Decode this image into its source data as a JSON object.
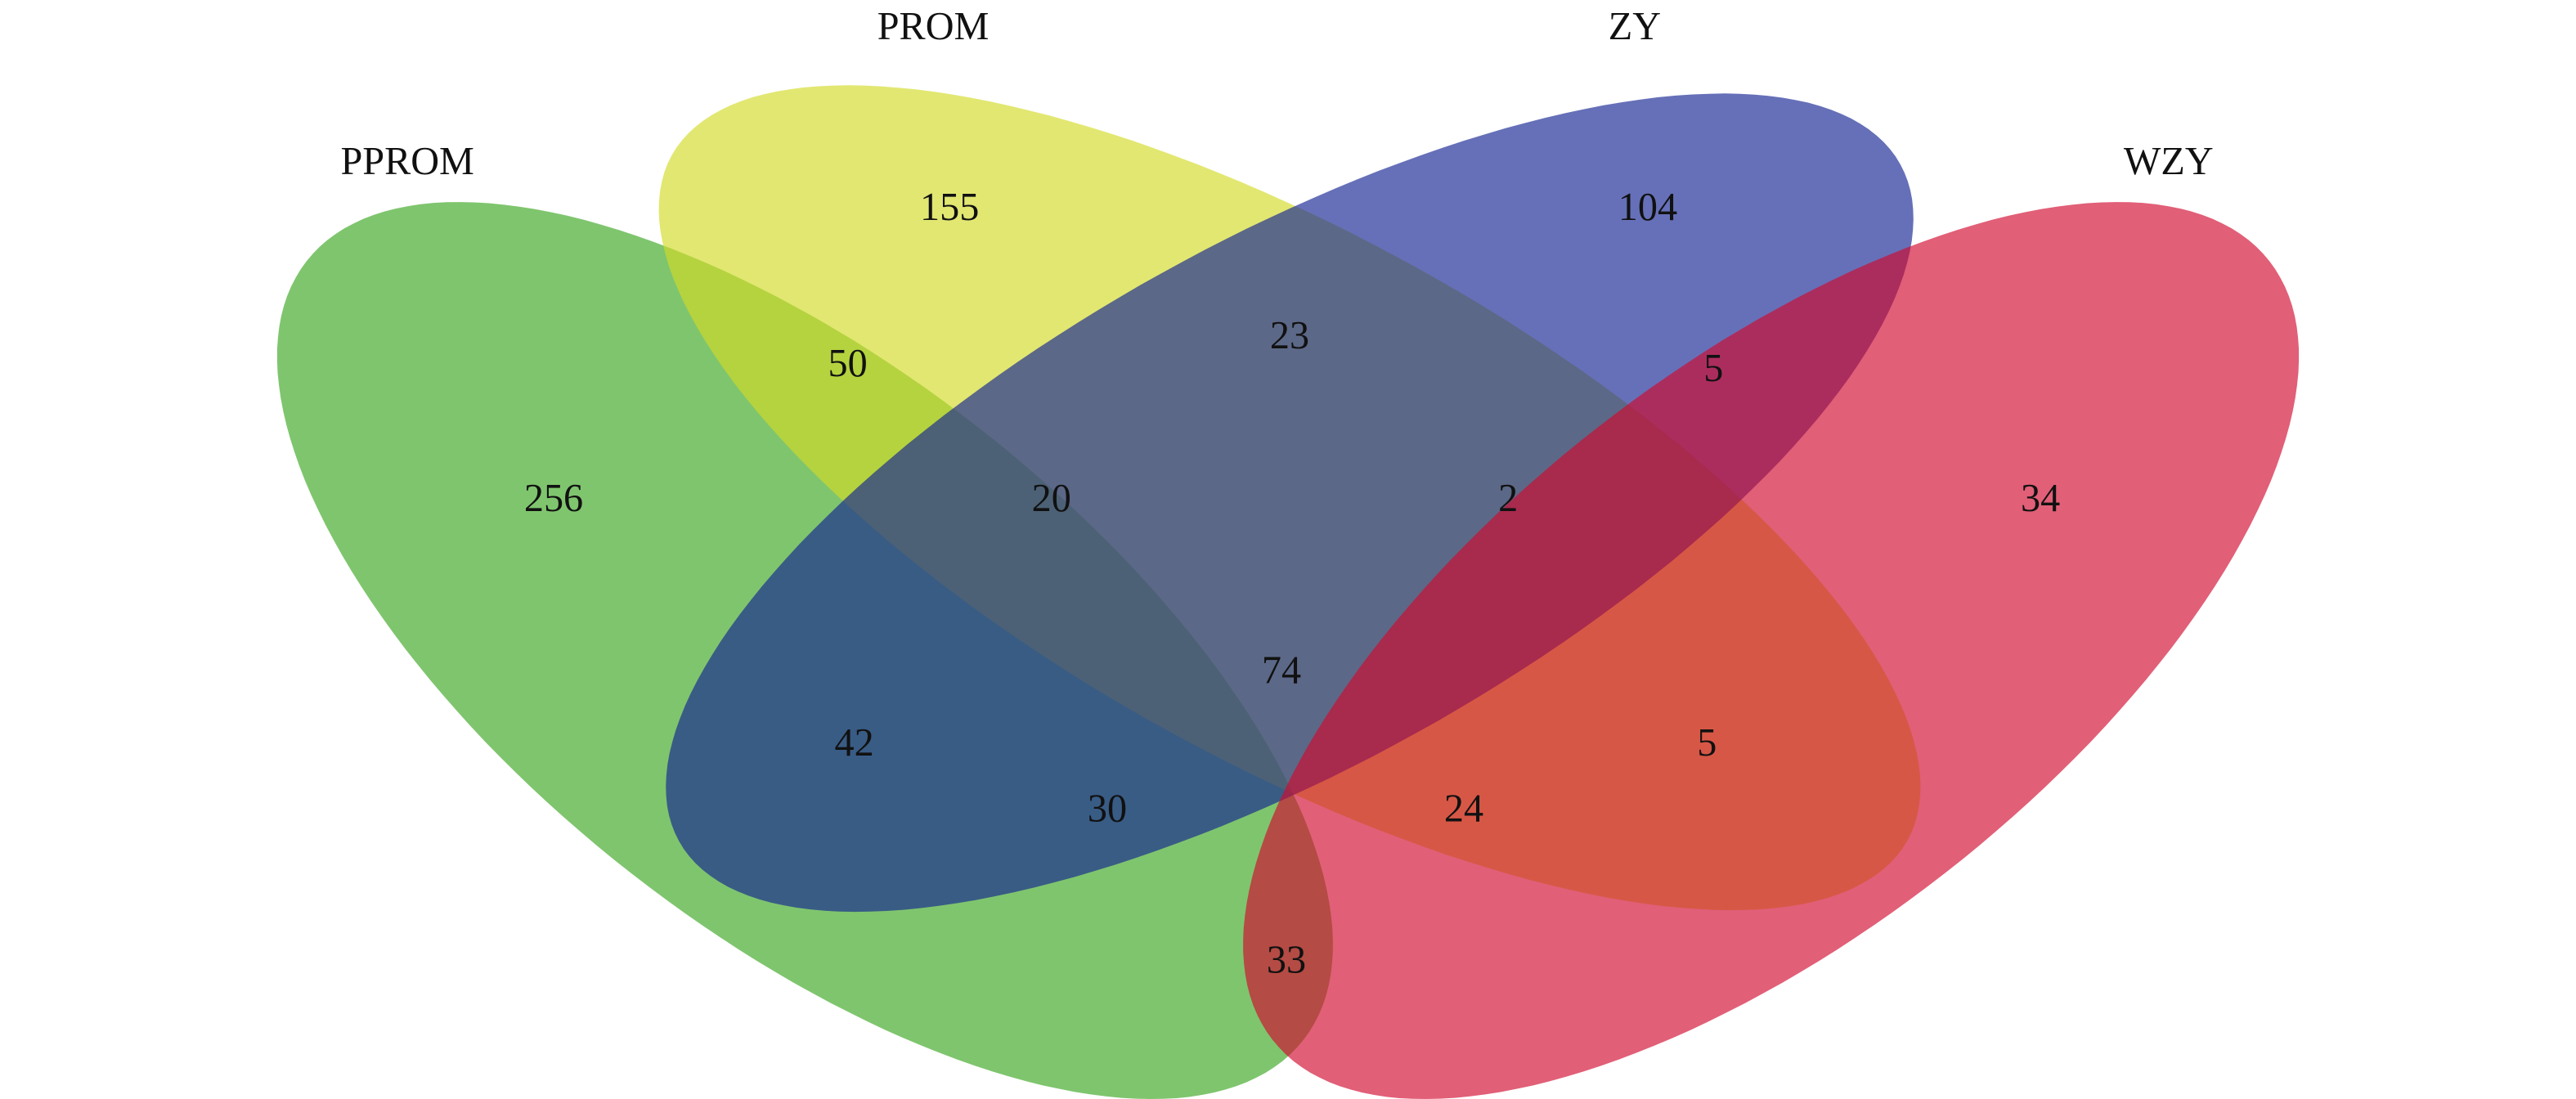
{
  "chart_data": {
    "type": "venn",
    "sets": [
      {
        "name": "PPROM",
        "color": "#3aa620"
      },
      {
        "name": "PROM",
        "color": "#d3da26"
      },
      {
        "name": "ZY",
        "color": "#142392"
      },
      {
        "name": "WZY",
        "color": "#d1092e"
      }
    ],
    "regions": [
      {
        "sets": [
          "PPROM"
        ],
        "value": 256
      },
      {
        "sets": [
          "PROM"
        ],
        "value": 155
      },
      {
        "sets": [
          "ZY"
        ],
        "value": 104
      },
      {
        "sets": [
          "WZY"
        ],
        "value": 34
      },
      {
        "sets": [
          "PPROM",
          "PROM"
        ],
        "value": 50
      },
      {
        "sets": [
          "PROM",
          "ZY"
        ],
        "value": 23
      },
      {
        "sets": [
          "ZY",
          "WZY"
        ],
        "value": 5
      },
      {
        "sets": [
          "PPROM",
          "PROM",
          "ZY"
        ],
        "value": 20
      },
      {
        "sets": [
          "PROM",
          "ZY",
          "WZY"
        ],
        "value": 2
      },
      {
        "sets": [
          "PPROM",
          "PROM",
          "ZY",
          "WZY"
        ],
        "value": 74
      },
      {
        "sets": [
          "PPROM",
          "ZY"
        ],
        "value": 42
      },
      {
        "sets": [
          "PROM",
          "WZY"
        ],
        "value": 5
      },
      {
        "sets": [
          "PPROM",
          "ZY",
          "WZY"
        ],
        "value": 30
      },
      {
        "sets": [
          "PPROM",
          "PROM",
          "WZY"
        ],
        "value": 24
      },
      {
        "sets": [
          "PPROM",
          "WZY"
        ],
        "value": 33
      }
    ]
  }
}
